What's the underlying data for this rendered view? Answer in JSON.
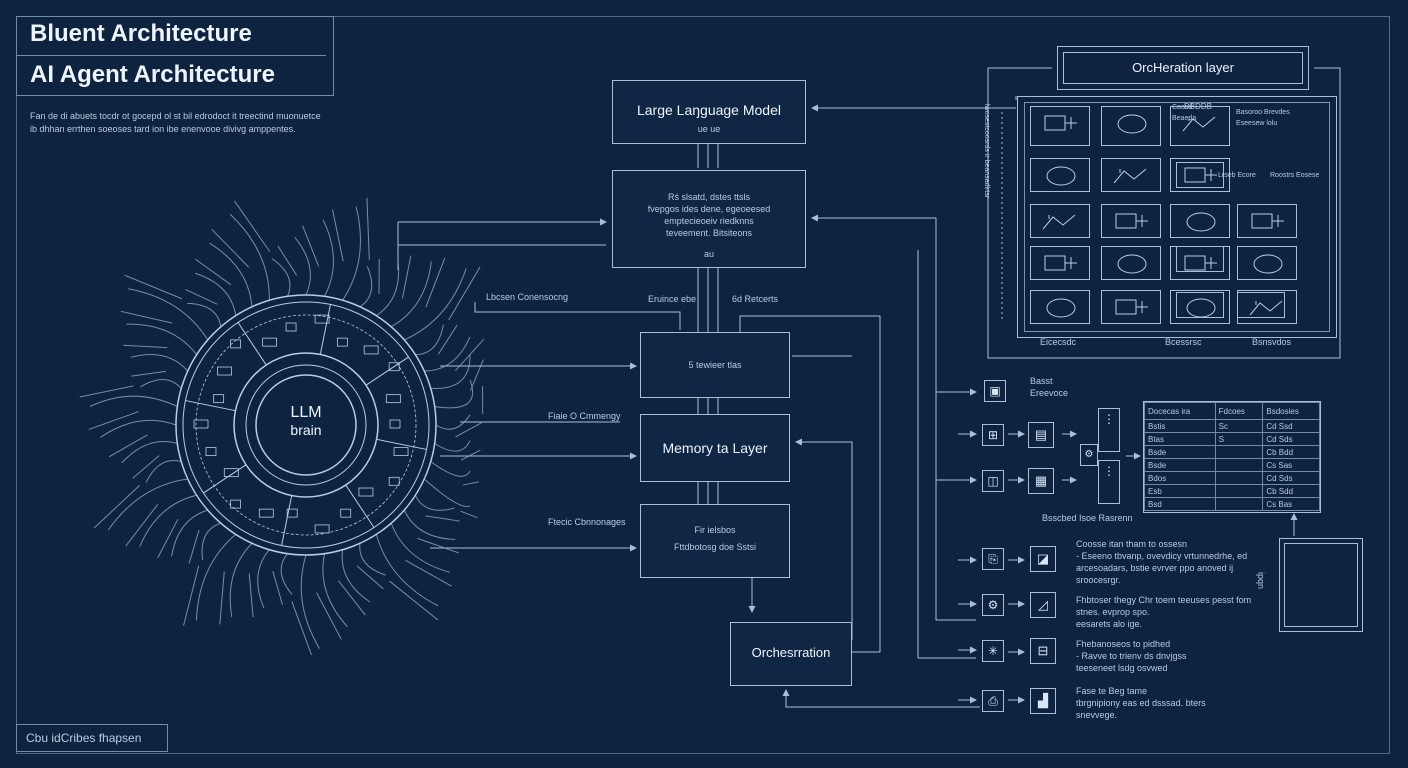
{
  "header": {
    "title_1": "Bluent Architecture",
    "title_2": "AI Agent Architecture",
    "description": "Fan de di abuets tocdr ot gocepd ol st bil edrodoct it treectind muonuetce ib dhhan errthen soeoses tard ion ibe enenvooe divivg amppentes."
  },
  "footer": {
    "label": "Cbu idCribes fhapsen"
  },
  "brain": {
    "label_1": "LLM",
    "label_2": "brain"
  },
  "side_labels": {
    "top": "Lbcsen Conensocng",
    "middle": "Fiaie O Cmmengy",
    "bottom": "Ftecic Cbnnonages"
  },
  "center_column": {
    "llm_box": {
      "title": "Large Laŋguage Model",
      "sub": "ue ue"
    },
    "process_box": {
      "lines": [
        "Rś slsatd, dstes ttsls",
        "fvepgos ides dene, egeoeesed",
        "emptecieoeiv riedknns",
        "teveement. Bitsiteons"
      ],
      "sub": "au"
    },
    "mid_labels": {
      "left": "Eruince ebe",
      "right": "6d Retcerts"
    },
    "small_box": {
      "text": "5 tewieer tlas"
    },
    "memory_box": {
      "title": "Memory ta Layer"
    },
    "sensor_box": {
      "line_1": "Fir ielsbos",
      "line_2": "Fttdbotosg doe Sstsi"
    },
    "orch_box": {
      "title": "Orchesrration"
    }
  },
  "right_panel": {
    "title": "OrcHeration layer",
    "side_caption": "lwosestcoosrds ir beansadlrtsr",
    "top_right_text": [
      "Caosd",
      "Beaeda",
      "Basoroo Brevdes",
      "Eseesew lolu"
    ],
    "mid_right_text": [
      "Lrseb Ecore",
      "Roostrs Eosese"
    ],
    "bottom_captions": [
      "Eicecsdc",
      "Bcessrsc",
      "Bsnsvdos"
    ]
  },
  "table": {
    "headers": [
      "Docecas ira",
      "Fdcoes",
      "Bsdosies"
    ],
    "rows": [
      [
        "Bstis",
        "Sc",
        "Cd Ssd"
      ],
      [
        "Btas",
        "S",
        "Cd Sds"
      ],
      [
        "Bsde",
        "",
        "Cb Bdd"
      ],
      [
        "Bsde",
        "",
        "Cs Sas"
      ],
      [
        "Bdos",
        "",
        "Cd Sds"
      ],
      [
        "Esb",
        "",
        "Cb Sdd"
      ],
      [
        "Bsd",
        "",
        "Cs Bas"
      ]
    ],
    "caption": "Bsscbed Isoe Rasrenn"
  },
  "top_mini": {
    "label_1": "Basst",
    "label_2": "Ereevoce"
  },
  "notes": [
    {
      "lines": [
        "Coosse itan tham to ossesn",
        "- Eseeno tbvanp, ovevdicy vrtunnedrhe, ed",
        "arcesoadars, bstie evrver ppo anoved ij",
        "sroocesrgr."
      ]
    },
    {
      "lines": [
        "Fhbtoser thegy Chr toem teeuses pesst fom",
        "stnes. evprop spo.",
        "eesarets alo ige."
      ]
    },
    {
      "lines": [
        "Fhebanoseos to pidhed",
        "- Ravve to trienv ds dnvjgss",
        "teeseneet lsdg osvwed"
      ]
    },
    {
      "lines": [
        "Fase te Beg tame",
        "tbrgnipiony eas ed dsssad. bters",
        "snevvege."
      ]
    }
  ],
  "side_vertical": "ipqn",
  "colors": {
    "background": "#0e2340",
    "line": "#a9bfd6",
    "text": "#d8e6f5"
  }
}
